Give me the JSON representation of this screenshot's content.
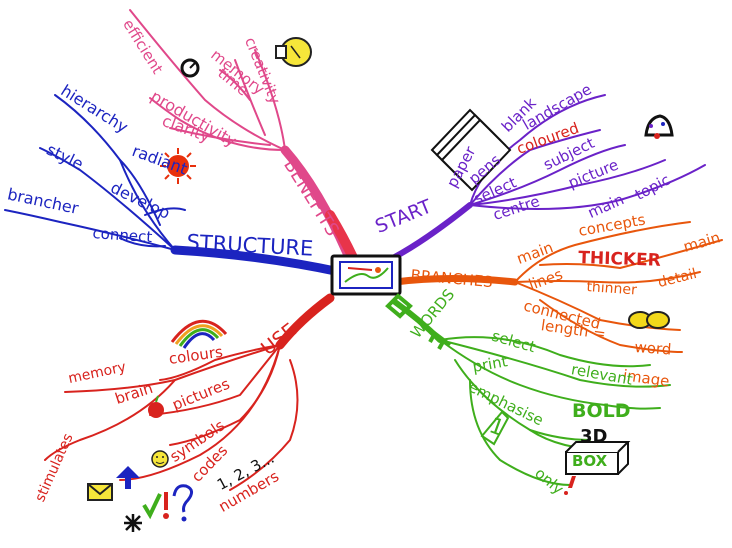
{
  "colors": {
    "benefits": "#e0488a",
    "structure": "#1c24c0",
    "start": "#6a22c8",
    "branches": "#e8560c",
    "words": "#3fae1c",
    "use": "#d8231e",
    "center_trunk": "#e8344a"
  },
  "icons": [
    "stopwatch-icon",
    "lightbulb-icon",
    "sun-icon",
    "paper-stack-icon",
    "paint-pot-icon",
    "central-picture-icon",
    "chain-links-icon",
    "key-icon",
    "rainbow-icon",
    "apple-icon",
    "smiley-icon",
    "envelope-icon",
    "arrow-up-icon",
    "asterisk-icon",
    "tick-icon",
    "exclamation-icon",
    "question-icon",
    "box-3d-icon"
  ],
  "mindmap": {
    "benefits": {
      "label": "BENEFITS",
      "items": {
        "efficient": "efficient",
        "time": "time",
        "memory": "memory",
        "creativity": "creativity",
        "productivity": "productivity",
        "clarity": "clarity"
      }
    },
    "structure": {
      "label": "STRUCTURE",
      "items": {
        "hierarchy": "hierarchy",
        "radiant": "radiant",
        "style": "style",
        "develop": "develop",
        "brancher": "brancher",
        "connect": "connect"
      }
    },
    "start": {
      "label": "START",
      "items": {
        "paper": "paper",
        "blank": "blank",
        "landscape": "landscape",
        "pens": "pens",
        "coloured": "coloured",
        "select": "select",
        "subject": "subject",
        "centre": "centre",
        "picture": "picture",
        "main": "main",
        "topic": "topic"
      }
    },
    "branches": {
      "label": "BRANCHES",
      "items": {
        "main": "main",
        "concepts": "concepts",
        "lines": "lines",
        "thicker": "THICKER",
        "main2": "main",
        "thinner": "thinner",
        "detail": "detail",
        "connected": "connected",
        "length": "length =",
        "word": "word",
        "image": "image"
      }
    },
    "words": {
      "label": "WORDS",
      "items": {
        "select": "select",
        "relevant": "relevant",
        "print": "print",
        "emphasise": "emphasise",
        "bold": "BOLD",
        "three_d": "3D",
        "box": "BOX",
        "one": "1",
        "only": "only"
      }
    },
    "use": {
      "label": "USE",
      "items": {
        "memory": "memory",
        "colours": "colours",
        "brain": "brain",
        "pictures": "pictures",
        "stimulates": "stimulates",
        "symbols": "symbols",
        "codes": "codes",
        "numbers_seq": "1, 2, 3...",
        "numbers": "numbers"
      }
    }
  }
}
